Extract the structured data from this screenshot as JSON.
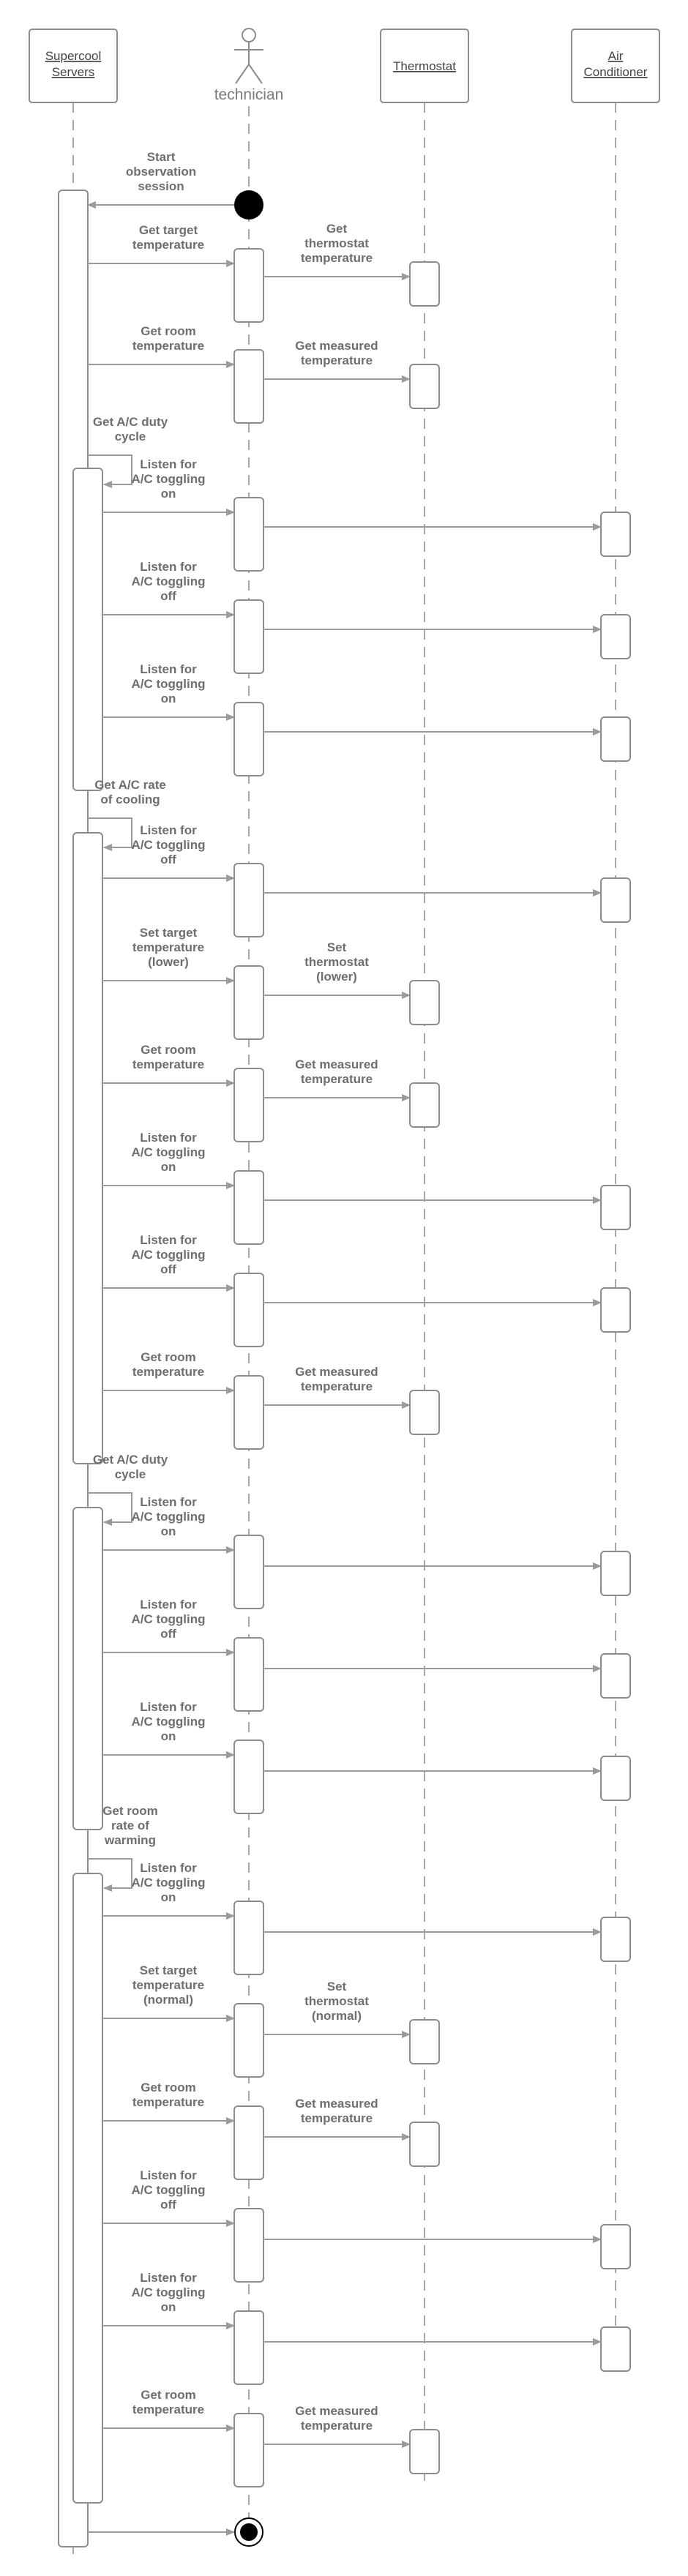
{
  "participants": {
    "servers": "Supercool Servers",
    "technician": "technician",
    "thermostat": "Thermostat",
    "ac": "Air Conditioner"
  },
  "colors": {
    "line": "#9a9a9a",
    "box_stroke": "#8c8c8c",
    "text": "#6e6e6e",
    "start_end": "#000000"
  },
  "messages": [
    {
      "kind": "to-start",
      "label": "Start observation session"
    },
    {
      "kind": "srv-tech",
      "label": "Get target temperature"
    },
    {
      "kind": "tech-thermo",
      "label": "Get thermostat temperature"
    },
    {
      "kind": "srv-tech",
      "label": "Get room temperature"
    },
    {
      "kind": "tech-thermo",
      "label": "Get measured temperature"
    },
    {
      "kind": "self",
      "label": "Get A/C duty cycle"
    },
    {
      "kind": "srv-tech",
      "label": "Listen for A/C toggling on"
    },
    {
      "kind": "tech-ac",
      "label": ""
    },
    {
      "kind": "srv-tech",
      "label": "Listen for A/C toggling off"
    },
    {
      "kind": "tech-ac",
      "label": ""
    },
    {
      "kind": "srv-tech",
      "label": "Listen for A/C toggling on"
    },
    {
      "kind": "tech-ac",
      "label": ""
    },
    {
      "kind": "self",
      "label": "Get A/C rate of cooling"
    },
    {
      "kind": "srv-tech",
      "label": "Listen for A/C toggling off"
    },
    {
      "kind": "tech-ac",
      "label": ""
    },
    {
      "kind": "srv-tech",
      "label": "Set target temperature (lower)"
    },
    {
      "kind": "tech-thermo",
      "label": "Set thermostat (lower)"
    },
    {
      "kind": "srv-tech",
      "label": "Get room temperature"
    },
    {
      "kind": "tech-thermo",
      "label": "Get measured temperature"
    },
    {
      "kind": "srv-tech",
      "label": "Listen for A/C toggling on"
    },
    {
      "kind": "tech-ac",
      "label": ""
    },
    {
      "kind": "srv-tech",
      "label": "Listen for A/C toggling off"
    },
    {
      "kind": "tech-ac",
      "label": ""
    },
    {
      "kind": "srv-tech",
      "label": "Get room temperature"
    },
    {
      "kind": "tech-thermo",
      "label": "Get measured temperature"
    },
    {
      "kind": "self",
      "label": "Get A/C duty cycle"
    },
    {
      "kind": "srv-tech",
      "label": "Listen for A/C toggling on"
    },
    {
      "kind": "tech-ac",
      "label": ""
    },
    {
      "kind": "srv-tech",
      "label": "Listen for A/C toggling off"
    },
    {
      "kind": "tech-ac",
      "label": ""
    },
    {
      "kind": "srv-tech",
      "label": "Listen for A/C toggling on"
    },
    {
      "kind": "tech-ac",
      "label": ""
    },
    {
      "kind": "self",
      "label": "Get room rate of warming"
    },
    {
      "kind": "srv-tech",
      "label": "Listen for A/C toggling on"
    },
    {
      "kind": "tech-ac",
      "label": ""
    },
    {
      "kind": "srv-tech",
      "label": "Set target temperature (normal)"
    },
    {
      "kind": "tech-thermo",
      "label": "Set thermostat (normal)"
    },
    {
      "kind": "srv-tech",
      "label": "Get room temperature"
    },
    {
      "kind": "tech-thermo",
      "label": "Get measured temperature"
    },
    {
      "kind": "srv-tech",
      "label": "Listen for A/C toggling off"
    },
    {
      "kind": "tech-ac",
      "label": ""
    },
    {
      "kind": "srv-tech",
      "label": "Listen for A/C toggling on"
    },
    {
      "kind": "tech-ac",
      "label": ""
    },
    {
      "kind": "srv-tech",
      "label": "Get room temperature"
    },
    {
      "kind": "tech-thermo",
      "label": "Get measured temperature"
    },
    {
      "kind": "to-end",
      "label": ""
    }
  ]
}
